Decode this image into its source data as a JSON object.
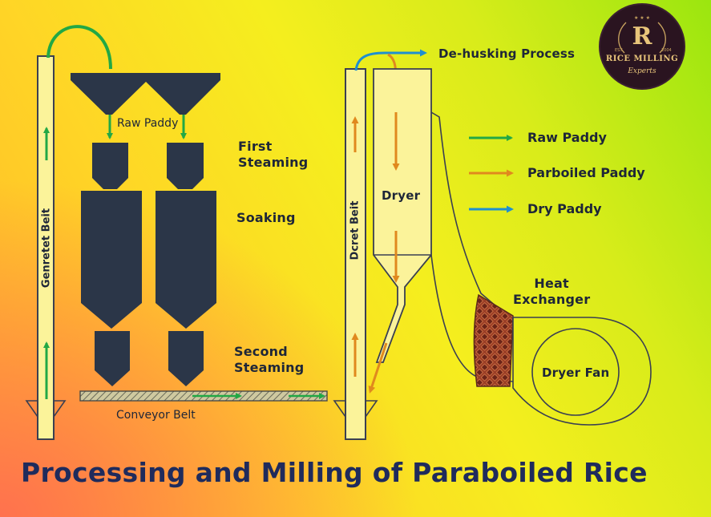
{
  "title": "Processing and Milling of Paraboiled Rice",
  "logo": {
    "monogram": "R",
    "name": "RICE MILLING",
    "tagline": "Experts",
    "est_left": "EST",
    "est_right": "2004"
  },
  "labels": {
    "raw_paddy": "Raw Paddy",
    "first_steaming": "First\nSteaming",
    "soaking": "Soaking",
    "second_steaming": "Second\nSteaming",
    "conveyor_belt": "Conveyor Belt",
    "left_belt": "Genretet Beit",
    "right_belt": "Dcret Beit",
    "dryer": "Dryer",
    "dehusking": "De-husking Process",
    "heat_exchanger": "Heat\nExchanger",
    "dryer_fan": "Dryer Fan"
  },
  "legend": [
    {
      "label": "Raw Paddy",
      "color": "#22a845"
    },
    {
      "label": "Parboiled Paddy",
      "color": "#e0891e"
    },
    {
      "label": "Dry Paddy",
      "color": "#1f8fd0"
    }
  ],
  "colors": {
    "vessel": "#2b3648",
    "raw_flow": "#22a845",
    "parboiled_flow": "#e0891e",
    "dry_flow": "#1f8fd0",
    "outline": "#3a3f52",
    "heat_exchanger": "#8a3a2a"
  }
}
